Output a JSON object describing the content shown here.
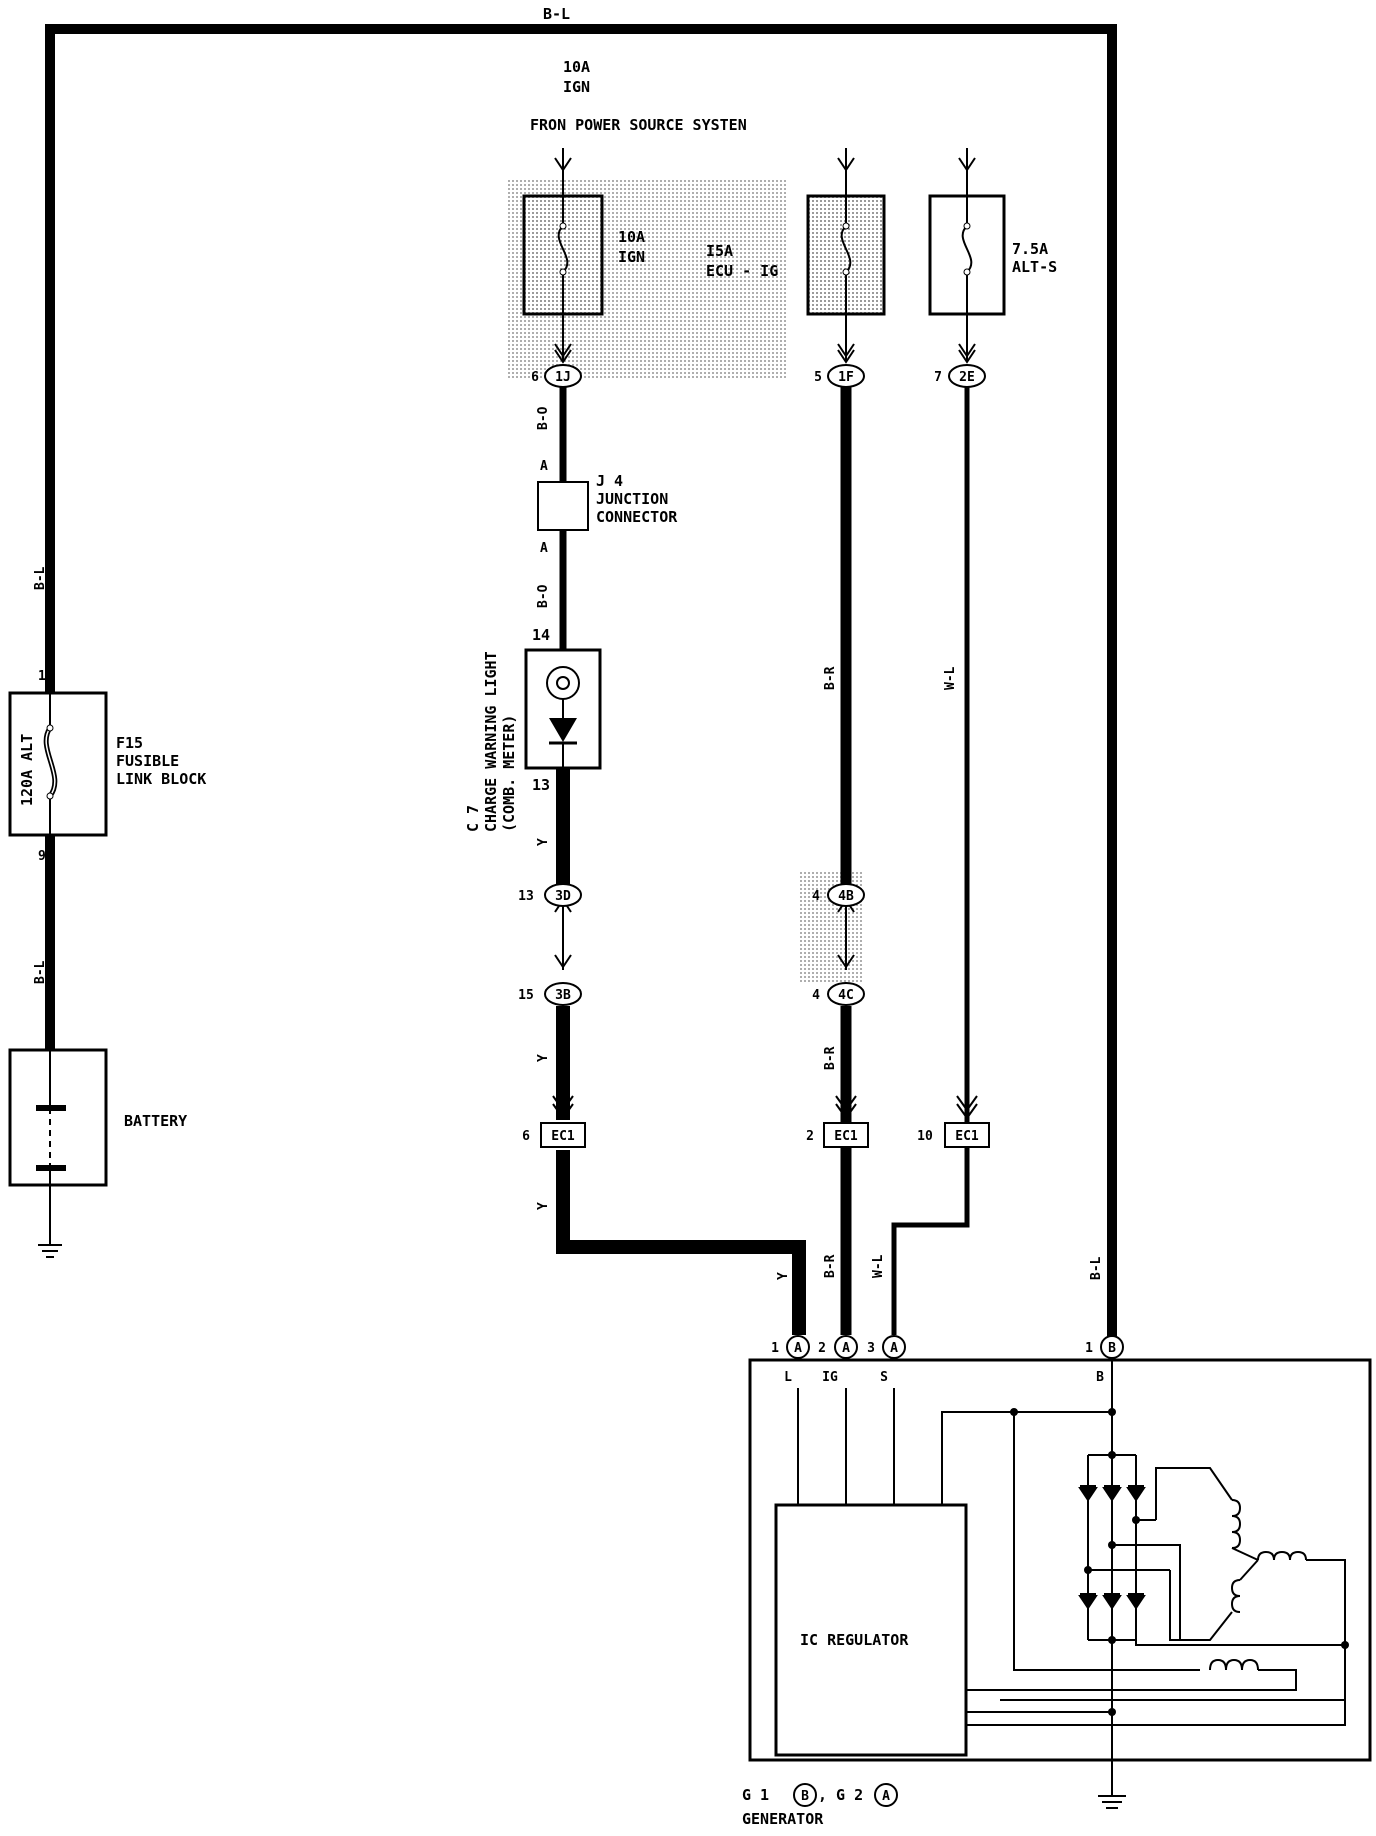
{
  "header": {
    "bl_top": "B-L",
    "fuse_rating": "10A",
    "fuse_name": "IGN",
    "power_source": "FRON POWER SOURCE SYSTEN"
  },
  "fuses": {
    "ign": {
      "rating": "10A",
      "name": "IGN",
      "pin": "6",
      "connector": "1J"
    },
    "ecu_ig": {
      "rating": "I5A",
      "name": "ECU - IG",
      "pin": "5",
      "connector": "1F"
    },
    "alt_s": {
      "rating": "7.5A",
      "name": "ALT-S",
      "pin": "7",
      "connector": "2E"
    }
  },
  "wires": {
    "b_o_1": "B-O",
    "b_o_2": "B-O",
    "b_r_1": "B-R",
    "b_r_2": "B-R",
    "b_r_3": "B-R",
    "w_l_1": "W-L",
    "w_l_2": "W-L",
    "y_1": "Y",
    "y_2": "Y",
    "y_3": "Y",
    "y_4": "Y",
    "b_l_left": "B-L",
    "b_l_lower": "B-L",
    "b_l_right": "B-L"
  },
  "junction": {
    "id": "J 4",
    "line1": "JUNCTION",
    "line2": "CONNECTOR",
    "pin_top": "A",
    "pin_bottom": "A"
  },
  "warning_light": {
    "id": "C 7",
    "line1": "CHARGE WARNING LIGHT",
    "line2": "(COMB. METER)",
    "pin_top": "14",
    "pin_bottom": "13"
  },
  "connectors": {
    "c3d": {
      "pin": "13",
      "label": "3D"
    },
    "c3b": {
      "pin": "15",
      "label": "3B"
    },
    "c4b": {
      "pin": "4",
      "label": "4B"
    },
    "c4c": {
      "pin": "4",
      "label": "4C"
    },
    "ec1_a": {
      "pin": "6",
      "label": "EC1"
    },
    "ec1_b": {
      "pin": "2",
      "label": "EC1"
    },
    "ec1_c": {
      "pin": "10",
      "label": "EC1"
    }
  },
  "fusible_link": {
    "id": "F15",
    "line1": "FUSIBLE",
    "line2": "LINK BLOCK",
    "rating": "120A ALT",
    "pin_top": "1",
    "pin_bottom": "9"
  },
  "battery": {
    "label": "BATTERY"
  },
  "generator": {
    "pins": [
      {
        "num": "1",
        "conn": "A",
        "terminal": "L"
      },
      {
        "num": "2",
        "conn": "A",
        "terminal": "IG"
      },
      {
        "num": "3",
        "conn": "A",
        "terminal": "S"
      },
      {
        "num": "1",
        "conn": "B",
        "terminal": "B"
      }
    ],
    "regulator": "IC REGULATOR",
    "caption_prefix": "G 1",
    "caption_b": "B",
    "caption_sep": ", G 2",
    "caption_a": "A",
    "name": "GENERATOR"
  }
}
